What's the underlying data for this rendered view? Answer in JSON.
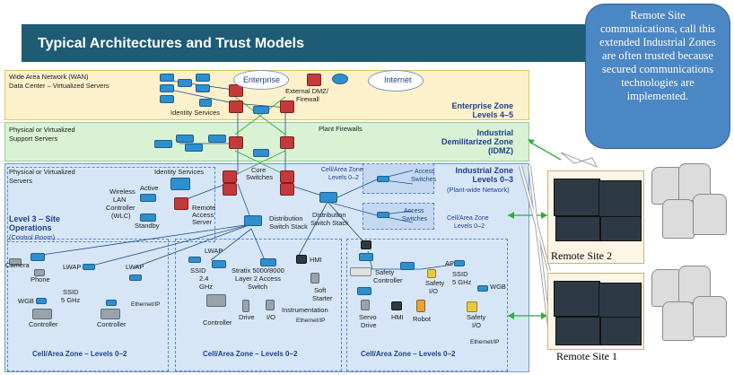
{
  "header": {
    "title": "Typical Architectures and Trust Models"
  },
  "callout": {
    "text": "Remote Site communications, call this extended Industrial Zones are often trusted because secured communications technologies are implemented."
  },
  "zones": {
    "enterprise": {
      "line1": "Wide Area Network (WAN)",
      "line2": "Data Center – Virtualized Servers",
      "zone_name": "Enterprise Zone",
      "zone_levels": "Levels 4–5"
    },
    "idmz": {
      "line1": "Physical or Virtualized",
      "line2": "Support Servers",
      "firewalls": "Plant Firewalls",
      "zone_name1": "Industrial",
      "zone_name2": "Demilitarized Zone",
      "zone_name3": "(IDMZ)"
    },
    "industrial": {
      "line1": "Physical or Virtualized",
      "line2": "Servers",
      "zone_name": "Industrial Zone",
      "zone_levels": "Levels 0–3",
      "zone_sub": "(Plant-wide Network)"
    }
  },
  "labels": {
    "enterprise_cloud": "Enterprise",
    "internet_cloud": "Internet",
    "identity_services_ent": "Identity Services",
    "external_dmz": "External DMZ/",
    "firewall": "Firewall",
    "identity_services_ind": "Identity Services",
    "wlc1": "Wireless",
    "wlc2": "LAN",
    "wlc3": "Controller",
    "wlc4": "(WLC)",
    "active": "Active",
    "standby": "Standby",
    "ras1": "Remote",
    "ras2": "Access",
    "ras3": "Server",
    "core1": "Core",
    "core2": "Switches",
    "cell_zone_top1": "Cell/Area Zone",
    "cell_zone_top2": "Levels 0–2",
    "access_switches_1a": "Access",
    "access_switches_1b": "Switches",
    "access_switches_2a": "Access",
    "access_switches_2b": "Switches",
    "cell_zone_right1": "Cell/Area Zone",
    "cell_zone_right2": "Levels 0–2",
    "level3_1": "Level 3 – Site",
    "level3_2": "Operations",
    "level3_3": "(Control Room)",
    "dist_left1": "Distribution",
    "dist_left2": "Switch Stack",
    "dist_right1": "Distribution",
    "dist_right2": "Switch Stack",
    "camera": "Camera",
    "phone": "Phone",
    "lwap_left": "LWAP",
    "lwap_right": "LWAP",
    "ssid_left1": "SSID",
    "ssid_left2": "5 GHz",
    "wgb_left": "WGB",
    "controller_left1": "Controller",
    "controller_left2": "Controller",
    "ethernet_ip_left": "Ethernet/IP",
    "lwap_mid": "LWAP",
    "ssid_mid1": "SSID",
    "ssid_mid2": "2.4",
    "ssid_mid3": "GHz",
    "hmi_mid": "HMI",
    "stratix1": "Stratix 5000/8000",
    "stratix2": "Layer 2 Access",
    "stratix3": "Switch",
    "soft1": "Soft",
    "soft2": "Starter",
    "controller_mid": "Controller",
    "drive_mid": "Drive",
    "io_mid": "I/O",
    "instrumentation": "Instrumentation",
    "ethernet_ip_mid": "Ethernet/IP",
    "safety_ctrl1": "Safety",
    "safety_ctrl2": "Controller",
    "ap": "AP",
    "ssid_right1": "SSID",
    "ssid_right2": "5 GHz",
    "safety_io1": "Safety",
    "safety_io2": "I/O",
    "wgb_right": "WGB",
    "servo1": "Servo",
    "servo2": "Drive",
    "hmi_right": "HMI",
    "robot": "Robot",
    "safety_io_b1": "Safety",
    "safety_io_b2": "I/O",
    "ethernet_ip_right": "Ethernet/IP",
    "cell_bottom_left": "Cell/Area Zone – Levels 0–2",
    "cell_bottom_mid": "Cell/Area Zone – Levels 0–2",
    "cell_bottom_right": "Cell/Area Zone – Levels 0–2"
  },
  "remote_sites": {
    "site2": "Remote Site 2",
    "site1": "Remote Site 1"
  },
  "colors": {
    "banner": "#1d5c74",
    "callout": "#4b86c5",
    "enterprise_zone": "#fdf1cc",
    "idmz_zone": "#d9f2d4",
    "industrial_zone": "#d6e6f7",
    "link_green": "#2fae3a"
  }
}
